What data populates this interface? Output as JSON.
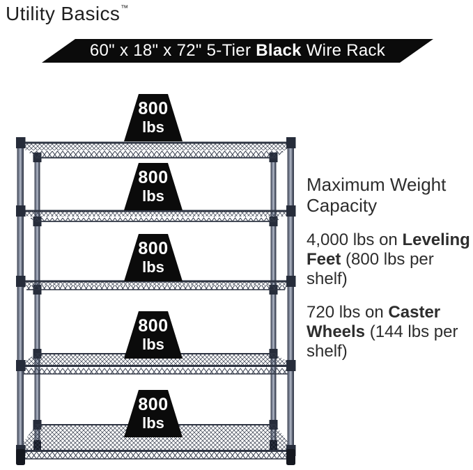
{
  "brand": {
    "name": "Utility Basics",
    "trademark": "™"
  },
  "banner": {
    "prefix": "60\" x 18\" x 72\" 5-Tier ",
    "bold": "Black",
    "suffix": " Wire Rack",
    "bg_color": "#0b0b0b",
    "text_color": "#ffffff"
  },
  "rack": {
    "tier_count": 5,
    "weights": [
      {
        "value": "800",
        "unit": "lbs"
      },
      {
        "value": "800",
        "unit": "lbs"
      },
      {
        "value": "800",
        "unit": "lbs"
      },
      {
        "value": "800",
        "unit": "lbs"
      },
      {
        "value": "800",
        "unit": "lbs"
      }
    ],
    "wire_color": "#2e3442",
    "weight_bg_color": "#0b0b0b"
  },
  "info": {
    "heading": "Maximum Weight Capacity",
    "items": [
      {
        "pre": "4,000 lbs on ",
        "bold": "Leveling Feet",
        "post": " (800 lbs per shelf)"
      },
      {
        "pre": "720 lbs on ",
        "bold": "Caster Wheels",
        "post": " (144 lbs per shelf)"
      }
    ],
    "text_color": "#2d2d2d"
  }
}
